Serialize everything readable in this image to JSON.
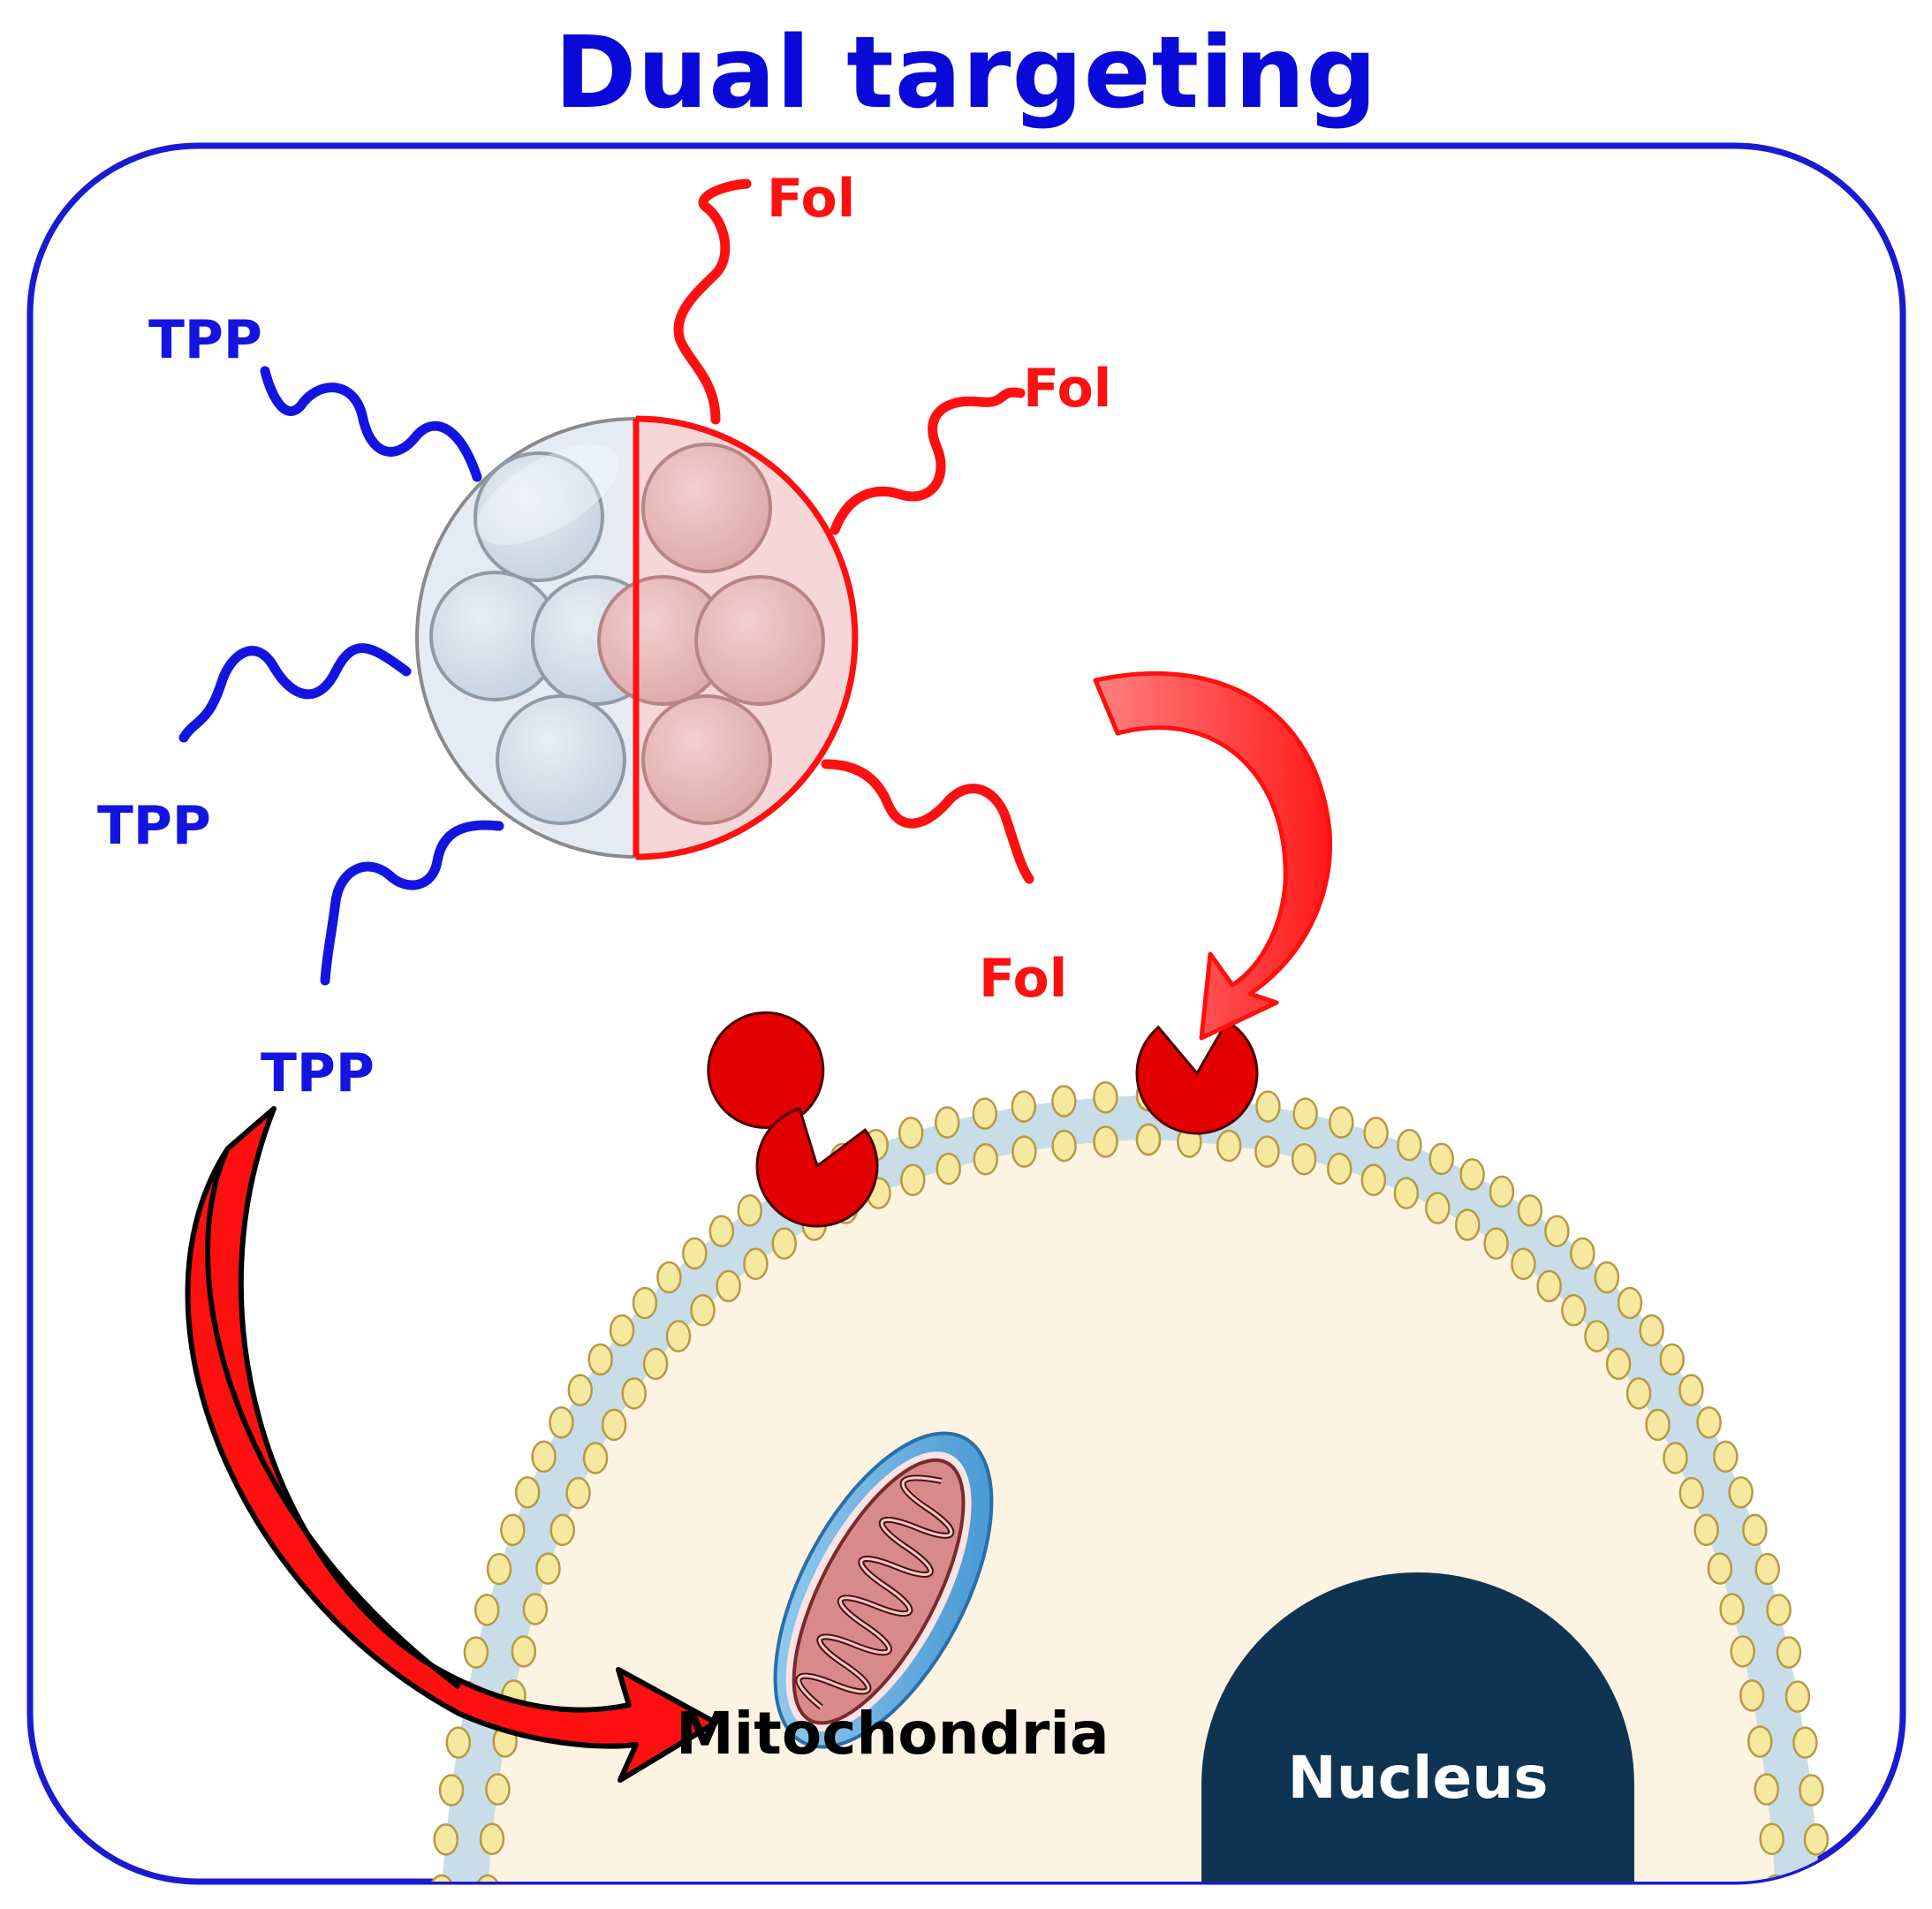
{
  "title": "Dual targeting",
  "labels": {
    "tpp": [
      "TPP",
      "TPP",
      "TPP"
    ],
    "fol": [
      "Fol",
      "Fol",
      "Fol"
    ],
    "mitochondria": "Mitochondria",
    "nucleus": "Nucleus"
  },
  "colors": {
    "title_blue": "#0a0ad8",
    "tpp_blue": "#1414e0",
    "fol_red": "#ff1010",
    "frame_blue": "#1a1ad0",
    "cytoplasm": "#fdf3e2",
    "nucleus": "#0f3452",
    "receptor_red": "#e30000"
  }
}
